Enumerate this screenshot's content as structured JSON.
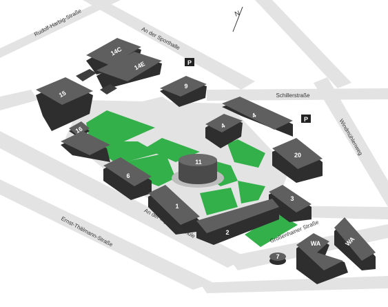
{
  "colors": {
    "road": "#e3e3e3",
    "road_edge": "#cfcfcf",
    "building_top": "#5f5f5f",
    "building_side": "#2e2e2e",
    "green": "#33b04a",
    "path": "#ececec"
  },
  "compass": {
    "label": "N",
    "icon": "north-arrow-icon"
  },
  "streets": {
    "rudolf_harbig": "Rudolf-Harbig-Straße",
    "sporthalle": "An der Sporthalle",
    "schiller": "Schillerstraße",
    "windmuehlenweg": "Windmühlenweg",
    "ingenieurschule": "An der Ingenieurschule",
    "thaelmann": "Ernst-Thälmann-Straße",
    "grossenhainer": "Großenhainer Straße"
  },
  "buildings": {
    "b14c": "14C",
    "b14e": "14E",
    "b9": "9",
    "b15": "15",
    "b16": "16",
    "b4a": "4",
    "b4b": "4",
    "b20": "20",
    "b11": "11",
    "b6": "6",
    "b1": "1",
    "b3": "3",
    "b2": "2",
    "b7": "7",
    "bwa1": "WA",
    "bwa2": "WA"
  },
  "parking": {
    "p1": "P",
    "p2": "P"
  }
}
